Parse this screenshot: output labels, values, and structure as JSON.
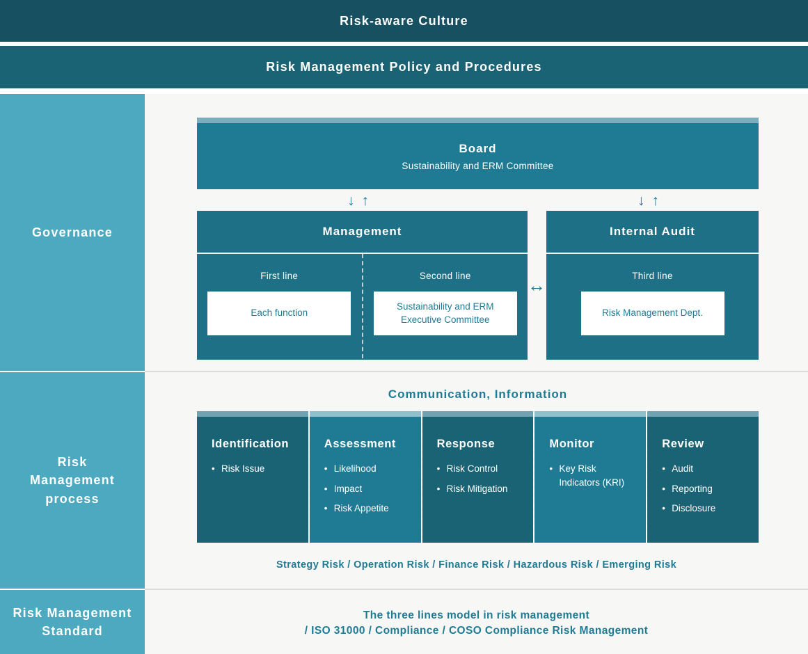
{
  "colors": {
    "top_bar": "#175061",
    "policy_bar": "#1a6375",
    "sidebar": "#4da9bf",
    "box_teal": "#1f7b94",
    "box_teal_dark": "#1a6375",
    "strip_light": "#7badbd",
    "main_background": "#f7f7f6",
    "accent_text": "#1f7b94"
  },
  "icons": {
    "down": "↓",
    "up": "↑",
    "left_right": "↔"
  },
  "top_bars": {
    "culture": "Risk-aware Culture",
    "policy": "Risk Management Policy and Procedures"
  },
  "sidebar": {
    "governance": "Governance",
    "process": "Risk Management process",
    "standard": "Risk Management Standard"
  },
  "governance": {
    "board": {
      "title": "Board",
      "subtitle": "Sustainability and ERM Committee"
    },
    "management": {
      "title": "Management",
      "first_line": {
        "label": "First line",
        "box": "Each function"
      },
      "second_line": {
        "label": "Second line",
        "box": "Sustainability and ERM Executive Committee"
      }
    },
    "internal_audit": {
      "title": "Internal Audit",
      "third_line": {
        "label": "Third line",
        "box": "Risk Management Dept."
      }
    }
  },
  "process": {
    "communication": "Communication, Information",
    "columns": [
      {
        "title": "Identification",
        "tone": "dark",
        "items": [
          "Risk Issue"
        ]
      },
      {
        "title": "Assessment",
        "tone": "light",
        "items": [
          "Likelihood",
          "Impact",
          "Risk Appetite"
        ]
      },
      {
        "title": "Response",
        "tone": "dark",
        "items": [
          "Risk Control",
          "Risk Mitigation"
        ]
      },
      {
        "title": "Monitor",
        "tone": "light",
        "items": [
          "Key Risk Indicators (KRI)"
        ]
      },
      {
        "title": "Review",
        "tone": "dark",
        "items": [
          "Audit",
          "Reporting",
          "Disclosure"
        ]
      }
    ],
    "risk_types": "Strategy Risk / Operation Risk / Finance Risk / Hazardous Risk / Emerging Risk"
  },
  "standard": {
    "line1": "The three lines model in risk management",
    "line2": "/ ISO 31000 / Compliance / COSO Compliance Risk Management"
  }
}
